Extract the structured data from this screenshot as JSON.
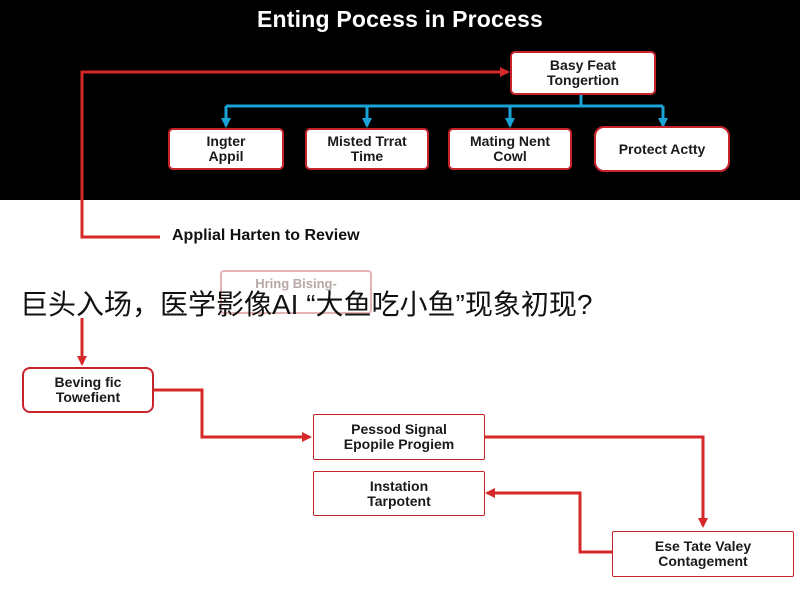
{
  "title": "Enting Pocess in Process",
  "overlay_caption": "巨头入场，医学影像AI “大鱼吃小鱼”现象初现?",
  "colors": {
    "top_background": "#000000",
    "box_border": "#c8222a",
    "arrow_red": "#d62828",
    "arrow_blue": "#1aa3d6"
  },
  "nodes": {
    "top": {
      "line1": "Basy Feat",
      "line2": "Tongertion"
    },
    "branch1": {
      "line1": "Ingter",
      "line2": "Appil"
    },
    "branch2": {
      "line1": "Misted Trrat",
      "line2": "Time"
    },
    "branch3": {
      "line1": "Mating Nent",
      "line2": "Cowl"
    },
    "branch4": {
      "line1": "Protect Actty"
    },
    "faint": {
      "line1": "Hring Bising-"
    },
    "bevting": {
      "line1": "Beving fic",
      "line2": "Towefient"
    },
    "pessod": {
      "line1": "Pessod Signal",
      "line2": "Epopile Progiem"
    },
    "instation": {
      "line1": "Instation",
      "line2": "Tarpotent"
    },
    "ese": {
      "line1": "Ese Tate Valey",
      "line2": "Contagement"
    }
  },
  "review_label": "Applial Harten to Review"
}
